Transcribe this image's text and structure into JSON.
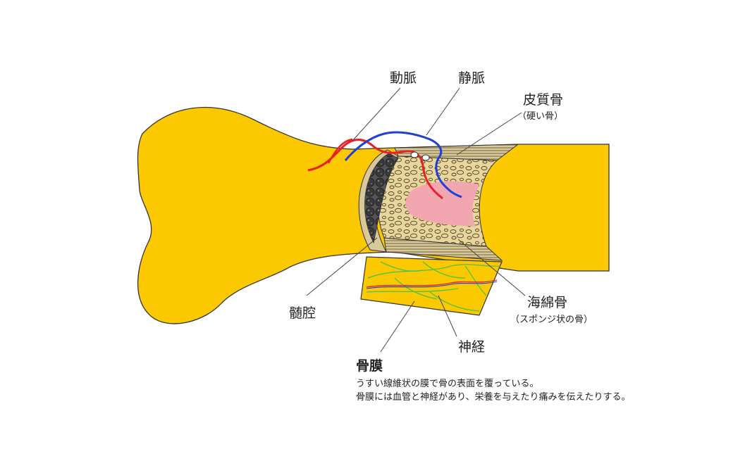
{
  "labels": {
    "artery": "動脈",
    "vein": "静脈",
    "cortical_bone": "皮質骨",
    "cortical_bone_sub": "（硬い骨）",
    "medullary_cavity": "髄腔",
    "spongy_bone": "海綿骨",
    "spongy_bone_sub": "（スポンジ状の骨）",
    "nerve": "神経",
    "periosteum": "骨膜"
  },
  "description": {
    "line1": "うすい線維状の膜で骨の表面を覆っている。",
    "line2": "骨膜には血管と神経があり、栄養を与えたり痛みを伝えたりする。"
  },
  "colors": {
    "bone": "#fcc800",
    "outline": "#333333",
    "artery": "#e8202a",
    "vein": "#1f3fd6",
    "marrow": "#f2a7b0",
    "spongy": "#e6d49a",
    "nerve": "#4cc34c",
    "marrow_dots": "#333333",
    "leader": "#444444"
  }
}
